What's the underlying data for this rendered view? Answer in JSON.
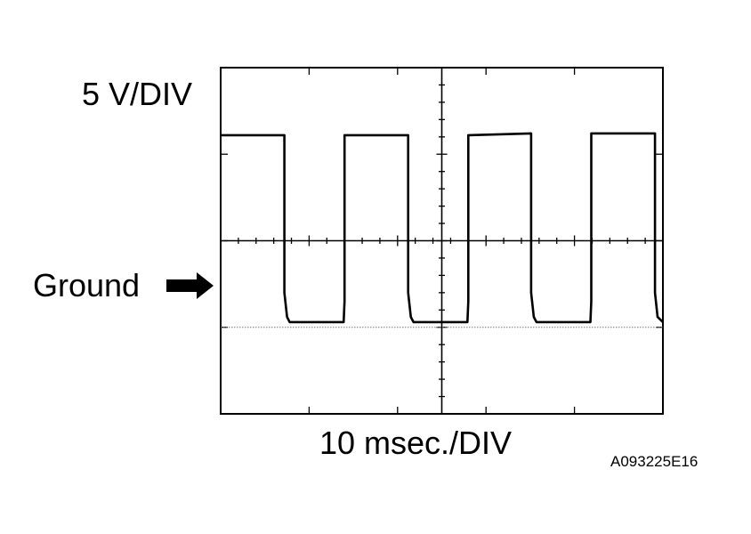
{
  "labels": {
    "vertical_scale": "5 V/DIV",
    "horizontal_scale": "10 msec./DIV",
    "ground_marker": "Ground",
    "figure_code": "A093225E16"
  },
  "colors": {
    "trace": "#000000",
    "background": "#ffffff",
    "ground_line": "#777777"
  },
  "chart_data": {
    "type": "line",
    "title": "",
    "xlabel": "10 msec./DIV",
    "ylabel": "5 V/DIV",
    "divisions": {
      "x": 5,
      "y": 4
    },
    "x_per_div_ms": 10,
    "y_per_div_v": 5,
    "xlim_ms": [
      0,
      50
    ],
    "ylim_v": [
      -5,
      15
    ],
    "ground_v": 0,
    "grid": false,
    "series": [
      {
        "x": [
          0,
          7.2,
          7.2,
          7.5,
          7.8,
          13.9,
          14,
          14,
          21.2,
          21.2,
          21.5,
          21.8,
          27.9,
          28,
          28,
          35.1,
          35.1,
          35.4,
          35.7,
          41.8,
          41.9,
          41.9,
          49.1,
          49.1,
          49.4,
          50
        ],
        "y": [
          11.1,
          11.1,
          2.0,
          0.6,
          0.3,
          0.3,
          1.5,
          11.1,
          11.1,
          2.0,
          0.6,
          0.3,
          0.3,
          1.5,
          11.1,
          11.2,
          2.0,
          0.6,
          0.3,
          0.3,
          1.5,
          11.2,
          11.2,
          2.0,
          0.6,
          0.3
        ]
      }
    ]
  }
}
